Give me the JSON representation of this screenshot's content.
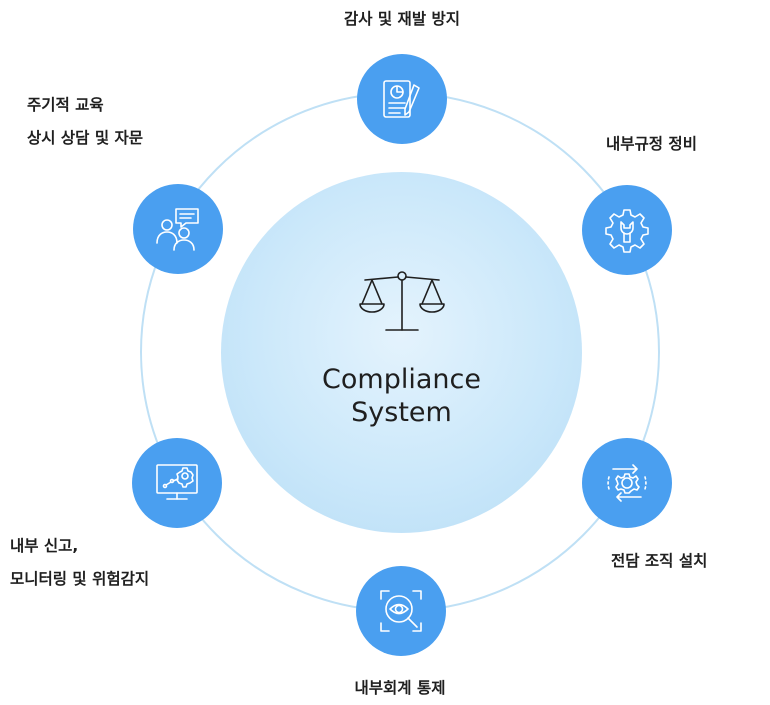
{
  "center": {
    "title_line1": "Compliance",
    "title_line2": "System"
  },
  "nodes": [
    {
      "id": "audit",
      "icon": "report-pencil-icon",
      "lines": [
        "감사 및 재발 방지"
      ]
    },
    {
      "id": "rules",
      "icon": "gear-wrench-icon",
      "lines": [
        "내부규정 정비"
      ]
    },
    {
      "id": "org",
      "icon": "gear-arrows-icon",
      "lines": [
        "전담 조직 설치"
      ]
    },
    {
      "id": "control",
      "icon": "eye-magnifier-icon",
      "lines": [
        "내부회계 통제"
      ]
    },
    {
      "id": "report",
      "icon": "monitor-gear-icon",
      "lines": [
        "내부 신고,",
        "모니터링 및 위험감지"
      ]
    },
    {
      "id": "education",
      "icon": "people-chat-icon",
      "lines": [
        "주기적 교육",
        "상시 상담 및 자문"
      ]
    }
  ],
  "colors": {
    "node_fill": "#4a9ff0",
    "orbit_line": "#bfe0f5",
    "center_fill": "#cbe8fa",
    "icon_stroke": "#ffffff"
  }
}
